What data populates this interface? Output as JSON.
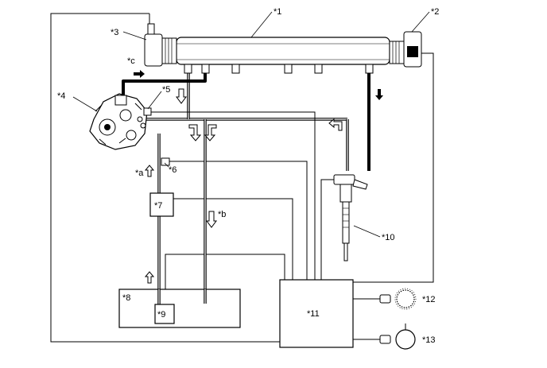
{
  "labels": {
    "l1": "*1",
    "l2": "*2",
    "l3": "*3",
    "l4": "*4",
    "l5": "*5",
    "l6": "*6",
    "l7": "*7",
    "l8": "*8",
    "l9": "*9",
    "l10": "*10",
    "l11": "*11",
    "l12": "*12",
    "l13": "*13",
    "la": "*a",
    "lb": "*b",
    "lc": "*c"
  }
}
